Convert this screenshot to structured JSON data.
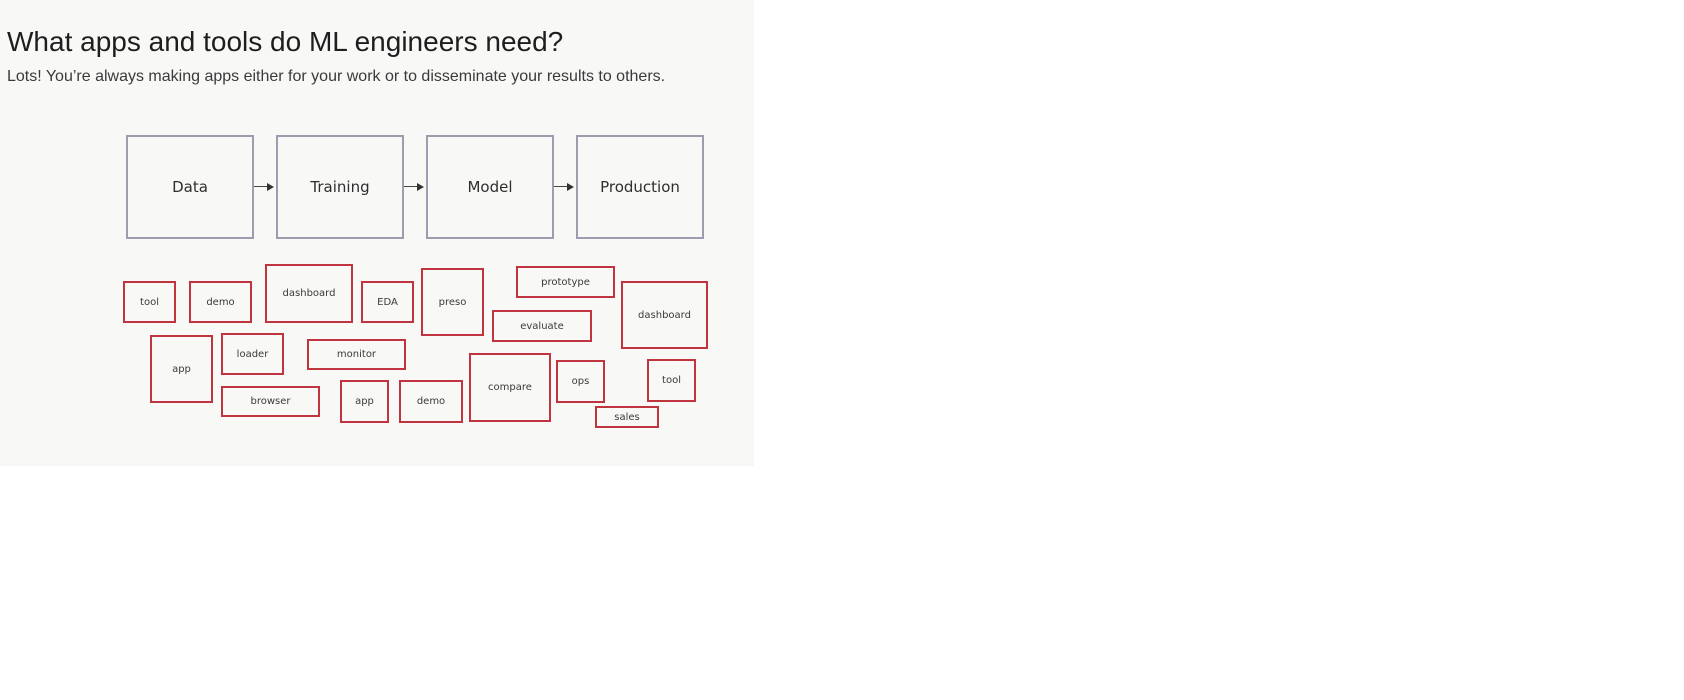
{
  "slide": {
    "title": "What apps and tools do ML engineers need?",
    "subtitle": "Lots! You’re always making apps either for your work or to disseminate your results to others."
  },
  "pipeline": {
    "stages": [
      "Data",
      "Training",
      "Model",
      "Production"
    ]
  },
  "apps": [
    "tool",
    "demo",
    "dashboard",
    "EDA",
    "preso",
    "prototype",
    "evaluate",
    "dashboard",
    "app",
    "loader",
    "monitor",
    "browser",
    "app",
    "demo",
    "compare",
    "ops",
    "tool",
    "sales"
  ],
  "colors": {
    "stage_border": "#9e9db0",
    "app_border": "#c0343f",
    "background": "#f8f8f7"
  }
}
